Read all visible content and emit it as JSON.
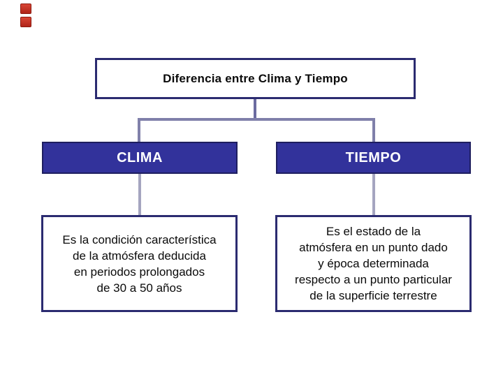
{
  "title": {
    "label": "Diferencia entre Clima y Tiempo"
  },
  "branches": [
    {
      "header": "CLIMA",
      "description": "Es la condición característica\nde la atmósfera deducida\nen periodos prolongados\nde 30 a 50 años"
    },
    {
      "header": "TIEMPO",
      "description": "Es el estado de la\natmósfera en un punto dado\ny época determinada\nrespecto a un punto particular\nde la superficie terrestre"
    }
  ],
  "decorations": {
    "red_marker_count": 2
  },
  "colors": {
    "header_fill": "#32329B",
    "header_border": "#1E1E5F",
    "outline_border": "#2B2B70",
    "connector_dark": "#6B6BA0",
    "connector_mid": "#8080AA",
    "connector_light": "#A5A5C0",
    "marker_red": "#CB342A",
    "header_text": "#FFFFFF",
    "body_text": "#0A0A0A"
  }
}
